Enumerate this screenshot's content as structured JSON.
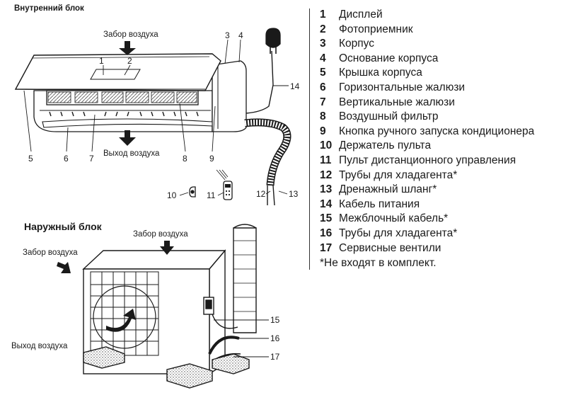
{
  "indoor": {
    "title": "Внутренний блок",
    "air_in": "Забор воздуха",
    "air_out": "Выход воздуха",
    "callouts": [
      "1",
      "2",
      "3",
      "4",
      "5",
      "6",
      "7",
      "8",
      "9",
      "10",
      "11",
      "12",
      "13",
      "14"
    ]
  },
  "outdoor": {
    "title": "Наружный блок",
    "air_in_top": "Забор воздуха",
    "air_in_left": "Забор воздуха",
    "air_out": "Выход воздуха",
    "callouts": [
      "15",
      "16",
      "17"
    ]
  },
  "legend": {
    "items": [
      {
        "num": "1",
        "text": "Дисплей"
      },
      {
        "num": "2",
        "text": "Фотоприемник"
      },
      {
        "num": "3",
        "text": "Корпус"
      },
      {
        "num": "4",
        "text": "Основание корпуса"
      },
      {
        "num": "5",
        "text": "Крышка корпуса"
      },
      {
        "num": "6",
        "text": "Горизонтальные жалюзи"
      },
      {
        "num": "7",
        "text": "Вертикальные жалюзи"
      },
      {
        "num": "8",
        "text": "Воздушный фильтр"
      },
      {
        "num": "9",
        "text": "Кнопка ручного запуска кондиционера"
      },
      {
        "num": "10",
        "text": "Держатель пульта"
      },
      {
        "num": "11",
        "text": "Пульт дистанционного управления"
      },
      {
        "num": "12",
        "text": "Трубы для хладагента*"
      },
      {
        "num": "13",
        "text": "Дренажный шланг*"
      },
      {
        "num": "14",
        "text": "Кабель питания"
      },
      {
        "num": "15",
        "text": "Межблочный кабель*"
      },
      {
        "num": "16",
        "text": "Трубы для хладагента*"
      },
      {
        "num": "17",
        "text": "Сервисные вентили"
      }
    ],
    "note": "*Не входят в комплект."
  }
}
